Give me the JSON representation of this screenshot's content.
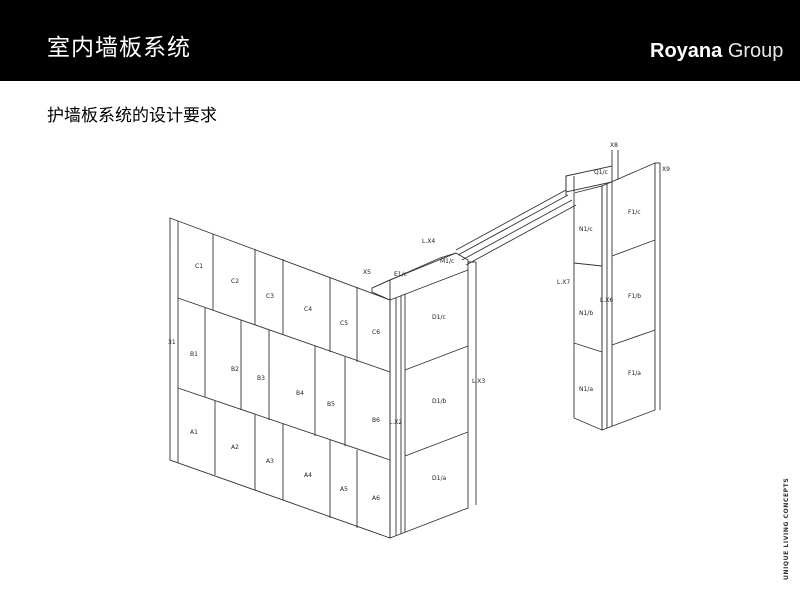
{
  "header": {
    "title": "室内墙板系统",
    "brand_bold": "Royana",
    "brand_light": "Group"
  },
  "subtitle": "护墙板系统的设计要求",
  "side_text": "UNIQUE LIVING CONCEPTS",
  "diagram": {
    "panels_left_wall": {
      "top_row": [
        "C1",
        "C2",
        "C3",
        "C4",
        "C5",
        "C6"
      ],
      "middle_row": [
        "B1",
        "B2",
        "B3",
        "B4",
        "B5",
        "B6"
      ],
      "bottom_row": [
        "A1",
        "A2",
        "A3",
        "A4",
        "A5",
        "A6"
      ]
    },
    "panels_front_block": [
      "D1/c",
      "D1/b",
      "D1/a"
    ],
    "top_caps": [
      "E1/c",
      "M1/c",
      "Q1/c"
    ],
    "panels_right_tower_left": [
      "N1/c",
      "N1/b",
      "N1/a"
    ],
    "panels_right_tower_right": [
      "F1/c",
      "F1/b",
      "F1/a"
    ],
    "marks": [
      "31",
      "X5",
      "L.X4",
      "L.X2",
      "L.X3",
      "L.X7",
      "L.X6",
      "X8",
      "X9"
    ]
  }
}
